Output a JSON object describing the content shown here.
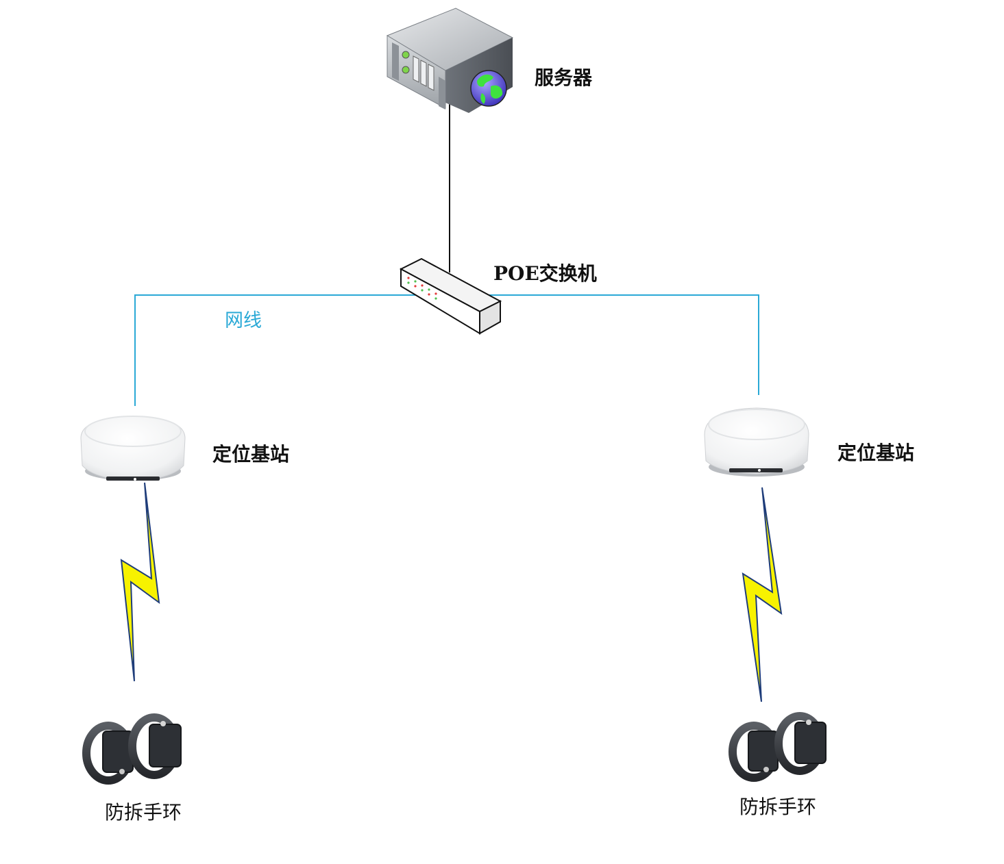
{
  "diagram": {
    "server_label": "服务器",
    "switch_label": "POE交换机",
    "cable_label": "网线",
    "base_station_left_label": "定位基站",
    "base_station_right_label": "定位基站",
    "bracelet_left_label": "防拆手环",
    "bracelet_right_label": "防拆手环"
  },
  "colors": {
    "cable": "#2aa9d6",
    "wire": "#111111",
    "bolt_fill": "#f7f200",
    "bolt_stroke": "#1f3d7a",
    "server_body": "#b9bdc2",
    "bracelet": "#3a3d42"
  },
  "icons": {
    "server": "server-rack-icon",
    "switch": "network-switch-icon",
    "base_station": "ceiling-base-station-icon",
    "wireless": "lightning-bolt-icon",
    "bracelet": "wristband-icon"
  }
}
